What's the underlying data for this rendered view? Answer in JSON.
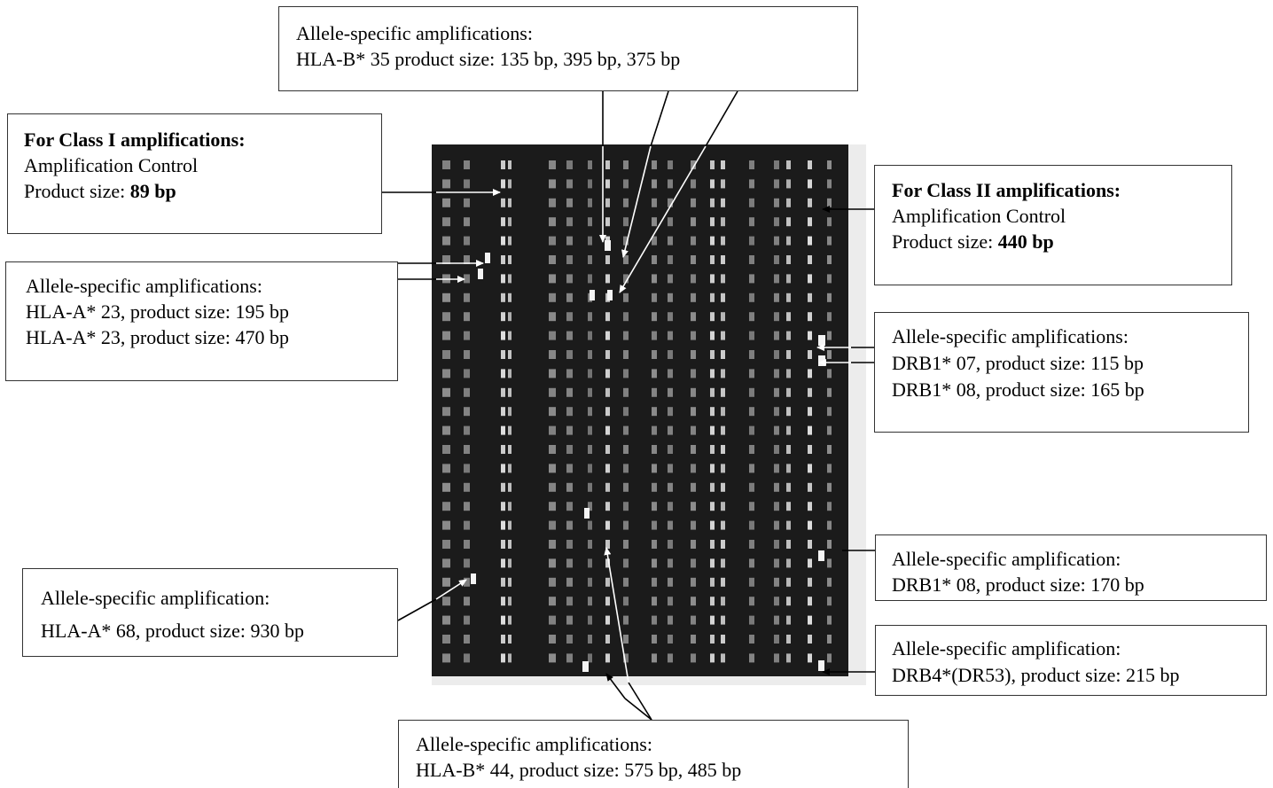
{
  "labels": {
    "class1_control": {
      "heading": "For Class I amplifications:",
      "line1": "Amplification Control",
      "size_prefix": "Product size: ",
      "size_value": "89 bp"
    },
    "hla_a23": {
      "line1": "Allele-specific amplifications:",
      "line2": "HLA-A* 23, product size:  195 bp",
      "line3": "HLA-A* 23, product size: 470 bp"
    },
    "hla_a68": {
      "line1": "Allele-specific amplification:",
      "line2": "HLA-A* 68, product size: 930 bp"
    },
    "hla_b35": {
      "line1": "Allele-specific amplifications:",
      "line2": "HLA-B* 35 product size: 135 bp, 395 bp, 375 bp"
    },
    "hla_b44": {
      "line1": "Allele-specific amplifications:",
      "line2": "HLA-B* 44, product size: 575 bp, 485 bp"
    },
    "class2_control": {
      "heading": "For Class II amplifications:",
      "line1": "Amplification Control",
      "size_prefix": "Product size: ",
      "size_value": "440 bp"
    },
    "drb1_07_08": {
      "line1": "Allele-specific amplifications:",
      "line2": "DRB1* 07, product size: 115 bp",
      "line3": "DRB1* 08, product size: 165 bp"
    },
    "drb1_08": {
      "line1": "Allele-specific amplification:",
      "line2": "DRB1* 08, product size: 170 bp"
    },
    "drb4": {
      "line1": "Allele-specific amplification:",
      "line2": "DRB4*(DR53), product size: 215 bp"
    }
  },
  "colors": {
    "gel_background": "#1b1b1b",
    "band": "#e6e6e6",
    "arrow_light": "#ffffff",
    "arrow_dark": "#000000",
    "box_border": "#333333"
  }
}
